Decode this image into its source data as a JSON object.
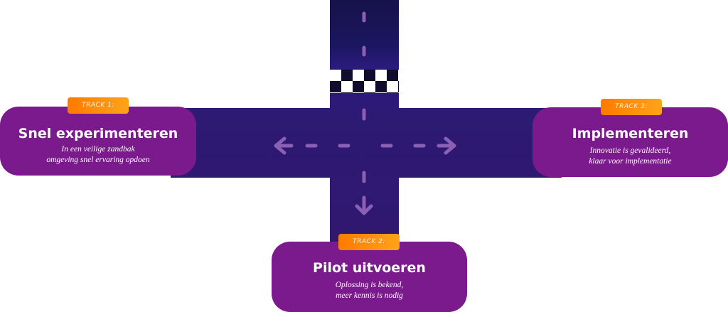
{
  "tracks": [
    {
      "badge": "TRACK 1:",
      "title": "Snel experimenteren",
      "desc_line1": "In een veilige zandbak",
      "desc_line2": "omgeving snel ervaring opdoen"
    },
    {
      "badge": "TRACK 2:",
      "title": "Pilot uitvoeren",
      "desc_line1": "Oplossing is bekend,",
      "desc_line2": "meer kennis is nodig"
    },
    {
      "badge": "TRACK 3:",
      "title": "Implementeren",
      "desc_line1": "Innovatie is gevalideerd,",
      "desc_line2": "klaar voor implementatie"
    }
  ],
  "colors": {
    "road_dark": "#17124a",
    "road": "#2d1a78",
    "card": "#7b1a8c",
    "badge_start": "#ff7a00",
    "badge_end": "#ffa31a",
    "marking": "#8a5fb4"
  },
  "icons": [
    "arrow-left-icon",
    "arrow-right-icon",
    "arrow-down-icon",
    "finish-line-checker"
  ]
}
